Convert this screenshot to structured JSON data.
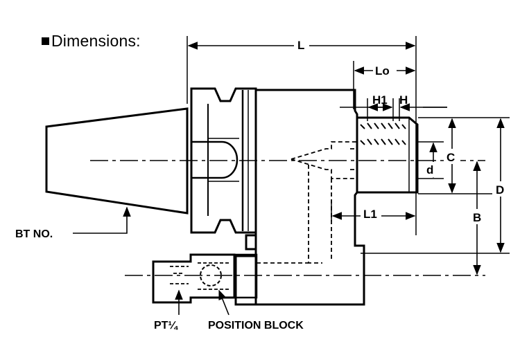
{
  "heading": {
    "bullet_icon": "filled-square-icon",
    "text": "Dimensions:"
  },
  "dimensions": {
    "L": "L",
    "Lo": "Lo",
    "H1": "H1",
    "H": "H",
    "C": "C",
    "d": "d",
    "D": "D",
    "B": "B",
    "L1": "L1"
  },
  "callouts": {
    "bt_no": "BT NO.",
    "pt": "PT¼",
    "position_block": "POSITION BLOCK"
  },
  "colors": {
    "ink": "#000000",
    "paper": "#ffffff"
  }
}
